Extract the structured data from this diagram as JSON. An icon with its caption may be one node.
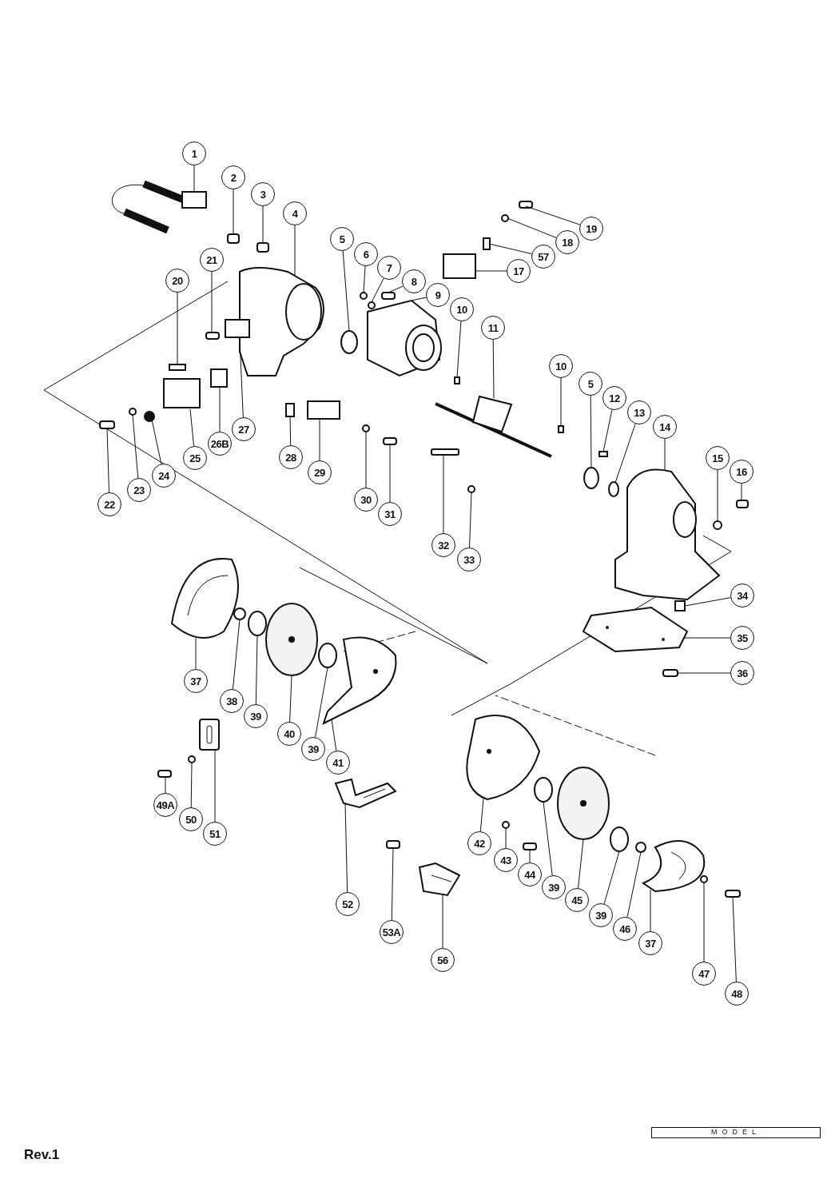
{
  "diagram": {
    "nodes": [
      {
        "text": [
          "1"
        ]
      },
      {
        "text": [
          "2"
        ]
      },
      {
        "text": [
          "3"
        ]
      },
      {
        "text": [
          "4"
        ]
      },
      {
        "text": [
          "5"
        ]
      },
      {
        "text": [
          "6"
        ]
      },
      {
        "text": [
          "7"
        ]
      },
      {
        "text": [
          "8"
        ]
      },
      {
        "text": [
          "9"
        ]
      },
      {
        "text": [
          "10"
        ]
      },
      {
        "text": [
          "11"
        ]
      },
      {
        "text": [
          "10"
        ]
      },
      {
        "text": [
          "5"
        ]
      },
      {
        "text": [
          "12"
        ]
      },
      {
        "text": [
          "13"
        ]
      },
      {
        "text": [
          "14"
        ]
      },
      {
        "text": [
          "15"
        ]
      },
      {
        "text": [
          "16"
        ]
      },
      {
        "text": [
          "19"
        ]
      },
      {
        "text": [
          "18"
        ]
      },
      {
        "text": [
          "57"
        ]
      },
      {
        "text": [
          "17"
        ]
      },
      {
        "text": [
          "21"
        ]
      },
      {
        "text": [
          "20"
        ]
      },
      {
        "text": [
          "27"
        ]
      },
      {
        "text": [
          "26B"
        ]
      },
      {
        "text": [
          "25"
        ]
      },
      {
        "text": [
          "24"
        ]
      },
      {
        "text": [
          "23"
        ]
      },
      {
        "text": [
          "22"
        ]
      },
      {
        "text": [
          "28"
        ]
      },
      {
        "text": [
          "29"
        ]
      },
      {
        "text": [
          "30"
        ]
      },
      {
        "text": [
          "31"
        ]
      },
      {
        "text": [
          "32"
        ]
      },
      {
        "text": [
          "33"
        ]
      },
      {
        "text": [
          "34"
        ]
      },
      {
        "text": [
          "35"
        ]
      },
      {
        "text": [
          "36"
        ]
      },
      {
        "text": [
          "37"
        ]
      },
      {
        "text": [
          "38"
        ]
      },
      {
        "text": [
          "39"
        ]
      },
      {
        "text": [
          "40"
        ]
      },
      {
        "text": [
          "39"
        ]
      },
      {
        "text": [
          "41"
        ]
      },
      {
        "text": [
          "49A"
        ]
      },
      {
        "text": [
          "50"
        ]
      },
      {
        "text": [
          "51"
        ]
      },
      {
        "text": [
          "42"
        ]
      },
      {
        "text": [
          "43"
        ]
      },
      {
        "text": [
          "44"
        ]
      },
      {
        "text": [
          "39"
        ]
      },
      {
        "text": [
          "45"
        ]
      },
      {
        "text": [
          "39"
        ]
      },
      {
        "text": [
          "46"
        ]
      },
      {
        "text": [
          "37"
        ]
      },
      {
        "text": [
          "47"
        ]
      },
      {
        "text": [
          "48"
        ]
      },
      {
        "text": [
          "52"
        ]
      },
      {
        "text": [
          "53A"
        ]
      },
      {
        "text": [
          "56"
        ]
      },
      {
        "text": [],
        "shape": "picture"
      },
      {
        "text": [],
        "shape": "box"
      },
      {
        "text": [],
        "shape": "box"
      },
      {
        "text": [],
        "shape": "picture"
      },
      {
        "text": [],
        "shape": "circle"
      },
      {
        "text": [],
        "shape": "circle"
      },
      {
        "text": [],
        "shape": "circle"
      },
      {
        "text": [],
        "shape": "box"
      },
      {
        "text": [],
        "shape": "picture"
      },
      {
        "text": [],
        "shape": "box"
      },
      {
        "text": [],
        "shape": "picture"
      },
      {
        "text": [],
        "shape": "box"
      },
      {
        "text": [],
        "shape": "circle"
      },
      {
        "text": [],
        "shape": "box"
      },
      {
        "text": [],
        "shape": "circle"
      },
      {
        "text": [],
        "shape": "picture"
      },
      {
        "text": [],
        "shape": "circle"
      },
      {
        "text": [],
        "shape": "box"
      },
      {
        "text": [],
        "shape": "box"
      },
      {
        "text": [],
        "shape": "circle"
      },
      {
        "text": [],
        "shape": "box"
      },
      {
        "text": [],
        "shape": "box"
      },
      {
        "text": [],
        "shape": "box"
      },
      {
        "text": [],
        "shape": "box"
      },
      {
        "text": [],
        "shape": "box"
      },
      {
        "text": [],
        "shape": "box"
      },
      {
        "text": [],
        "shape": "box"
      },
      {
        "text": [],
        "shape": "circle"
      },
      {
        "text": [],
        "shape": "circle"
      },
      {
        "text": [],
        "shape": "box"
      },
      {
        "text": [],
        "shape": "box"
      },
      {
        "text": [],
        "shape": "box"
      },
      {
        "text": [],
        "shape": "circle"
      },
      {
        "text": [],
        "shape": "box"
      },
      {
        "text": [],
        "shape": "box"
      },
      {
        "text": [],
        "shape": "circle"
      },
      {
        "text": [],
        "shape": "box"
      },
      {
        "text": [],
        "shape": "picture"
      },
      {
        "text": [],
        "shape": "box"
      },
      {
        "text": [],
        "shape": "picture"
      },
      {
        "text": [],
        "shape": "circle"
      },
      {
        "text": [],
        "shape": "circle"
      },
      {
        "text": [],
        "shape": "picture"
      },
      {
        "text": [],
        "shape": "circle"
      },
      {
        "text": [],
        "shape": "picture"
      },
      {
        "text": [],
        "shape": "box"
      },
      {
        "text": [],
        "shape": "circle"
      },
      {
        "text": [],
        "shape": "picture"
      },
      {
        "text": [],
        "shape": "picture"
      },
      {
        "text": [],
        "shape": "circle"
      },
      {
        "text": [],
        "shape": "box"
      },
      {
        "text": [],
        "shape": "circle"
      },
      {
        "text": [],
        "shape": "picture"
      },
      {
        "text": [],
        "shape": "circle"
      },
      {
        "text": [],
        "shape": "circle"
      },
      {
        "text": [],
        "shape": "picture"
      },
      {
        "text": [],
        "shape": "circle"
      },
      {
        "text": [],
        "shape": "box"
      },
      {
        "text": [],
        "shape": "picture"
      },
      {
        "text": [],
        "shape": "box"
      },
      {
        "text": [],
        "shape": "picture"
      }
    ],
    "edges": [
      {
        "from": 0,
        "to": 61,
        "arrow": "none"
      },
      {
        "from": 1,
        "to": 62,
        "arrow": "none"
      },
      {
        "from": 2,
        "to": 63,
        "arrow": "none"
      },
      {
        "from": 3,
        "to": 64,
        "arrow": "none"
      },
      {
        "from": 4,
        "to": 65,
        "arrow": "none"
      },
      {
        "from": 5,
        "to": 66,
        "arrow": "none"
      },
      {
        "from": 6,
        "to": 67,
        "arrow": "none"
      },
      {
        "from": 7,
        "to": 68,
        "arrow": "none"
      },
      {
        "from": 8,
        "to": 69,
        "arrow": "none"
      },
      {
        "from": 9,
        "to": 70,
        "arrow": "none"
      },
      {
        "from": 10,
        "to": 71,
        "arrow": "none"
      },
      {
        "from": 11,
        "to": 72,
        "arrow": "none"
      },
      {
        "from": 12,
        "to": 73,
        "arrow": "none"
      },
      {
        "from": 13,
        "to": 74,
        "arrow": "none"
      },
      {
        "from": 14,
        "to": 75,
        "arrow": "none"
      },
      {
        "from": 15,
        "to": 76,
        "arrow": "none"
      },
      {
        "from": 16,
        "to": 77,
        "arrow": "none"
      },
      {
        "from": 17,
        "to": 78,
        "arrow": "none"
      },
      {
        "from": 18,
        "to": 79,
        "arrow": "none"
      },
      {
        "from": 19,
        "to": 80,
        "arrow": "none"
      },
      {
        "from": 20,
        "to": 81,
        "arrow": "none"
      },
      {
        "from": 21,
        "to": 82,
        "arrow": "none"
      },
      {
        "from": 22,
        "to": 83,
        "arrow": "none"
      },
      {
        "from": 23,
        "to": 84,
        "arrow": "none"
      },
      {
        "from": 24,
        "to": 85,
        "arrow": "none"
      },
      {
        "from": 25,
        "to": 86,
        "arrow": "none"
      },
      {
        "from": 26,
        "to": 87,
        "arrow": "none"
      },
      {
        "from": 27,
        "to": 88,
        "arrow": "none"
      },
      {
        "from": 28,
        "to": 89,
        "arrow": "none"
      },
      {
        "from": 29,
        "to": 90,
        "arrow": "none"
      },
      {
        "from": 30,
        "to": 91,
        "arrow": "none"
      },
      {
        "from": 31,
        "to": 92,
        "arrow": "none"
      },
      {
        "from": 32,
        "to": 93,
        "arrow": "none"
      },
      {
        "from": 33,
        "to": 94,
        "arrow": "none"
      },
      {
        "from": 34,
        "to": 95,
        "arrow": "none"
      },
      {
        "from": 35,
        "to": 96,
        "arrow": "none"
      },
      {
        "from": 36,
        "to": 97,
        "arrow": "none"
      },
      {
        "from": 37,
        "to": 98,
        "arrow": "none"
      },
      {
        "from": 38,
        "to": 99,
        "arrow": "none"
      },
      {
        "from": 39,
        "to": 100,
        "arrow": "none"
      },
      {
        "from": 40,
        "to": 101,
        "arrow": "none"
      },
      {
        "from": 41,
        "to": 102,
        "arrow": "none"
      },
      {
        "from": 42,
        "to": 103,
        "arrow": "none"
      },
      {
        "from": 43,
        "to": 104,
        "arrow": "none"
      },
      {
        "from": 44,
        "to": 105,
        "arrow": "none"
      },
      {
        "from": 45,
        "to": 106,
        "arrow": "none"
      },
      {
        "from": 46,
        "to": 107,
        "arrow": "none"
      },
      {
        "from": 47,
        "to": 108,
        "arrow": "none"
      },
      {
        "from": 48,
        "to": 109,
        "arrow": "none"
      },
      {
        "from": 49,
        "to": 110,
        "arrow": "none"
      },
      {
        "from": 50,
        "to": 111,
        "arrow": "none"
      },
      {
        "from": 51,
        "to": 112,
        "arrow": "none"
      },
      {
        "from": 52,
        "to": 113,
        "arrow": "none"
      },
      {
        "from": 53,
        "to": 114,
        "arrow": "none"
      },
      {
        "from": 54,
        "to": 115,
        "arrow": "none"
      },
      {
        "from": 55,
        "to": 116,
        "arrow": "none"
      },
      {
        "from": 56,
        "to": 117,
        "arrow": "none"
      },
      {
        "from": 57,
        "to": 118,
        "arrow": "none"
      },
      {
        "from": 58,
        "to": 119,
        "arrow": "none"
      },
      {
        "from": 59,
        "to": 120,
        "arrow": "none"
      },
      {
        "from": 60,
        "to": 121,
        "arrow": "none"
      }
    ],
    "labels": [
      "Rev.1",
      "MODEL"
    ]
  }
}
